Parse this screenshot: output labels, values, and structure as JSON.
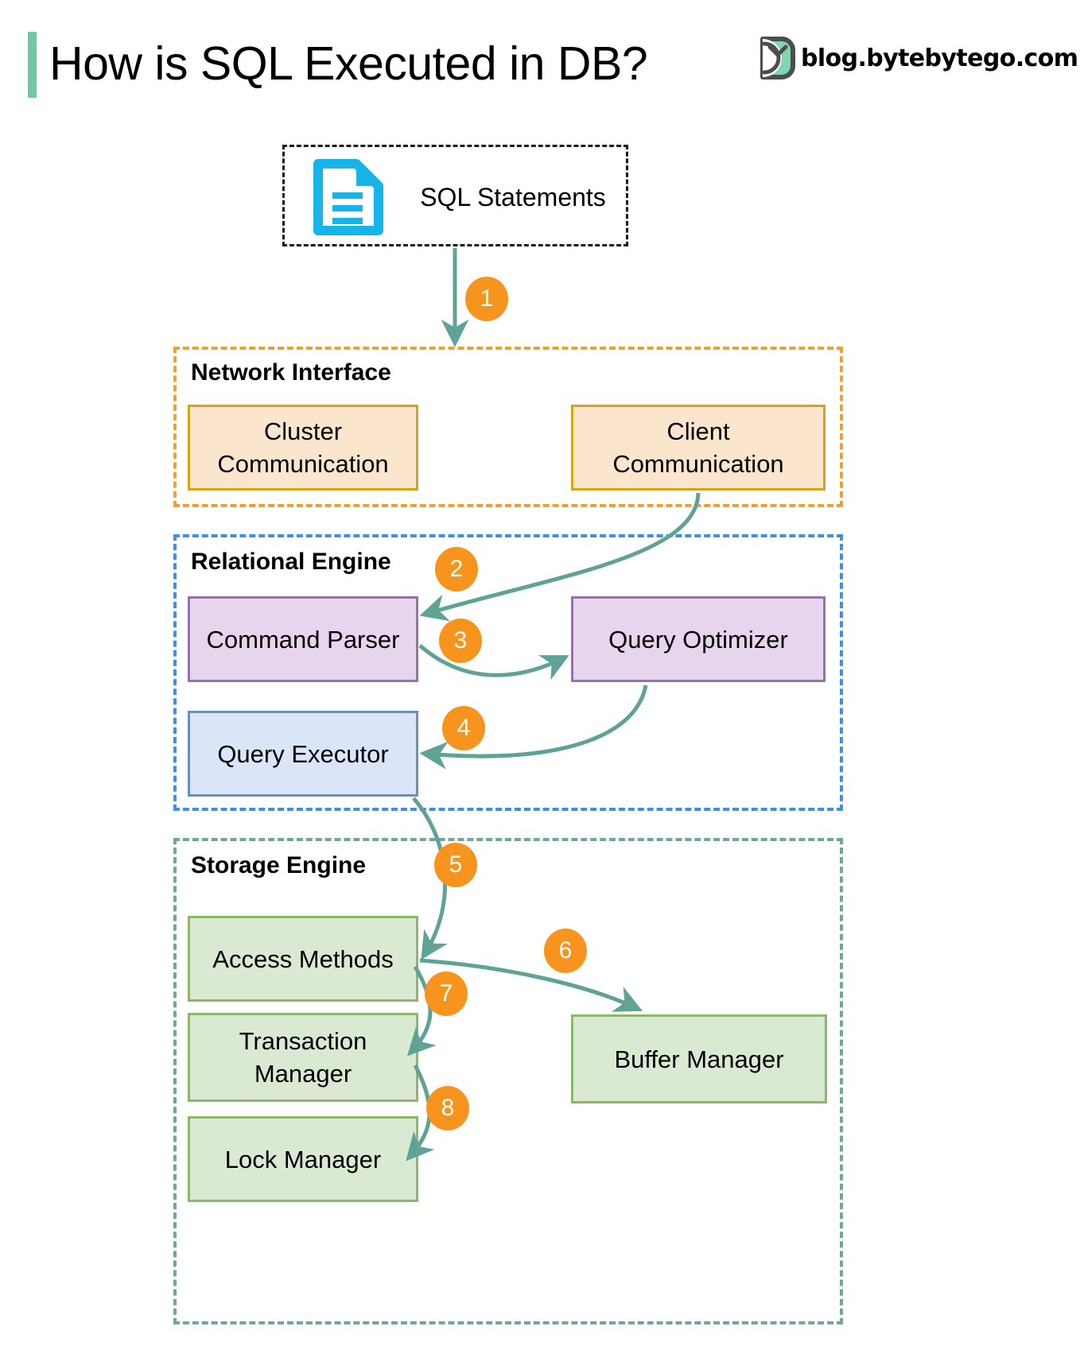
{
  "header": {
    "title": "How is SQL Executed in DB?",
    "brand_text": "blog.bytebytego.com",
    "accent_color": "#6ECBA1",
    "logo_icon": "bytebytego-logo-icon"
  },
  "input": {
    "icon": "sql-document-icon",
    "label": "SQL Statements"
  },
  "groups": [
    {
      "id": "network",
      "title": "Network Interface",
      "border_color": "#F0A02E"
    },
    {
      "id": "relational",
      "title": "Relational Engine",
      "border_color": "#3D91E0"
    },
    {
      "id": "storage",
      "title": "Storage Engine",
      "border_color": "#71A79A"
    }
  ],
  "nodes": {
    "cluster_communication": "Cluster\nCommunication",
    "cluster_communication_line1": "Cluster",
    "cluster_communication_line2": "Communication",
    "client_communication_line1": "Client",
    "client_communication_line2": "Communication",
    "command_parser": "Command Parser",
    "query_optimizer": "Query Optimizer",
    "query_executor": "Query Executor",
    "access_methods": "Access Methods",
    "transaction_manager_line1": "Transaction",
    "transaction_manager_line2": "Manager",
    "lock_manager": "Lock Manager",
    "buffer_manager": "Buffer Manager"
  },
  "steps": [
    {
      "n": "1",
      "from": "SQL Statements",
      "to": "Network Interface"
    },
    {
      "n": "2",
      "from": "Client Communication",
      "to": "Command Parser"
    },
    {
      "n": "3",
      "from": "Command Parser",
      "to": "Query Optimizer"
    },
    {
      "n": "4",
      "from": "Query Optimizer",
      "to": "Query Executor"
    },
    {
      "n": "5",
      "from": "Query Executor",
      "to": "Access Methods"
    },
    {
      "n": "6",
      "from": "Access Methods",
      "to": "Buffer Manager"
    },
    {
      "n": "7",
      "from": "Access Methods",
      "to": "Transaction Manager"
    },
    {
      "n": "8",
      "from": "Transaction Manager",
      "to": "Lock Manager"
    }
  ],
  "colors": {
    "arrow": "#5FA396",
    "badge": "#F7941E",
    "badge_text": "#FFFFFF",
    "orange_node_fill": "#FCE5CD",
    "orange_node_border": "#D6A419",
    "purple_node_fill": "#E6D5EC",
    "purple_node_border": "#9673A6",
    "blue_node_fill": "#DAE5F7",
    "blue_node_border": "#6C8EBF",
    "green_node_fill": "#D9E9D2",
    "green_node_border": "#8DB56C",
    "doc_icon": "#17B4E9"
  }
}
